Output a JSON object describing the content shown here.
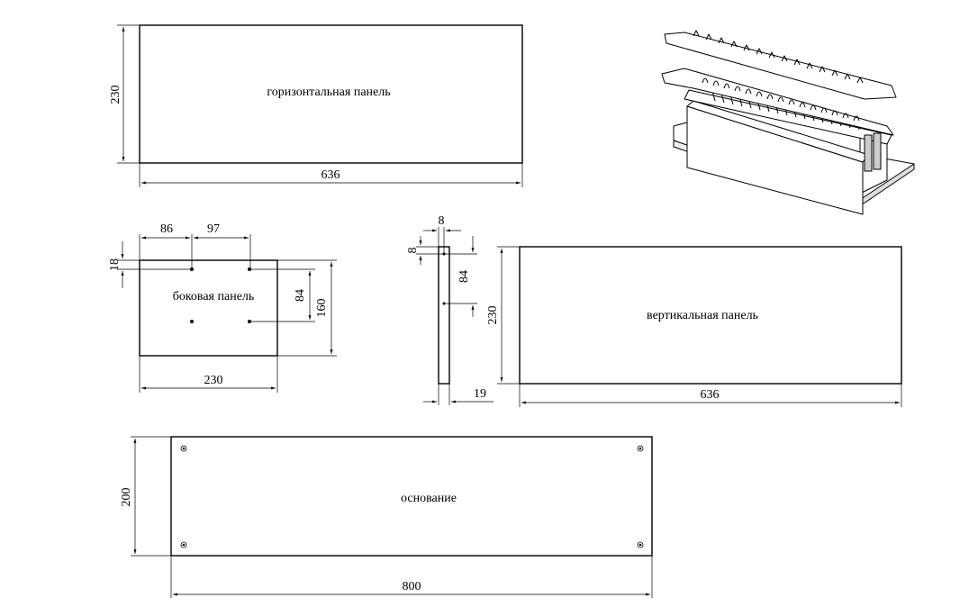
{
  "panels": {
    "horizontal": {
      "label": "горизонтальная панель",
      "width": "636",
      "height": "230"
    },
    "side": {
      "label": "боковая панель",
      "d86": "86",
      "d97": "97",
      "d18": "18",
      "d84": "84",
      "d160": "160",
      "width": "230"
    },
    "edge": {
      "d8_top": "8",
      "d8_side": "8",
      "d84": "84",
      "d19": "19"
    },
    "vertical": {
      "label": "вертикальная панель",
      "width": "636",
      "height": "230"
    },
    "base": {
      "label": "основание",
      "width": "800",
      "height": "200"
    }
  },
  "isometric": {
    "icon": "machine-isometric-icon"
  }
}
